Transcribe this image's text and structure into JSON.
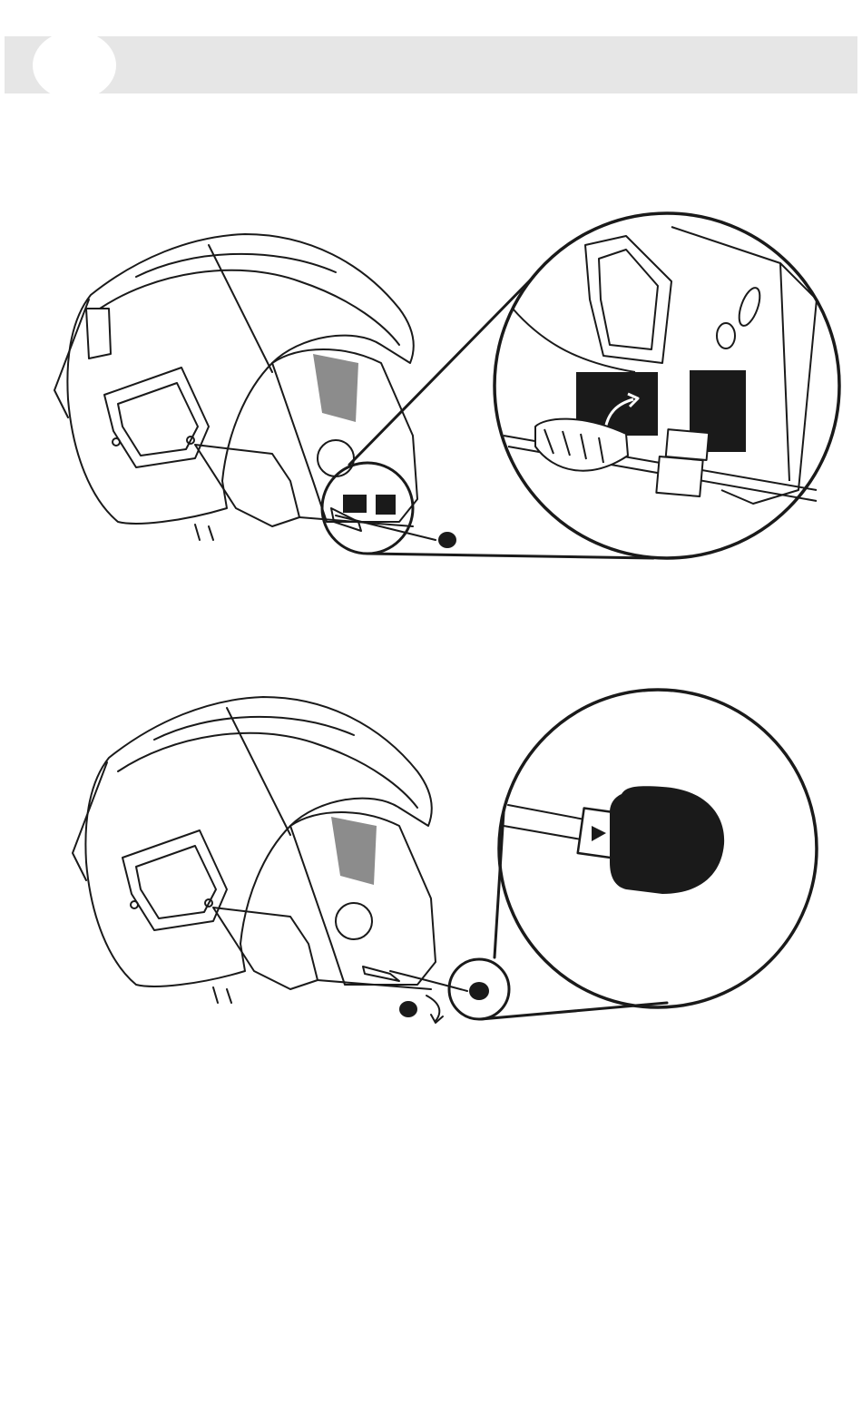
{
  "header": {
    "step_number": ""
  },
  "figures": [
    {
      "id": "figure-1",
      "callout": "mic-clip-attach-detail",
      "arrow_icon": "curved-arrow-up-icon"
    },
    {
      "id": "figure-2",
      "callout": "mic-foam-direction-detail",
      "arrow_icon": "triangle-right-icon"
    }
  ],
  "colors": {
    "line": "#1a1a1a",
    "fill_dark": "#1a1a1a",
    "fill_gray": "#8c8c8c",
    "header": "#e6e6e6"
  }
}
